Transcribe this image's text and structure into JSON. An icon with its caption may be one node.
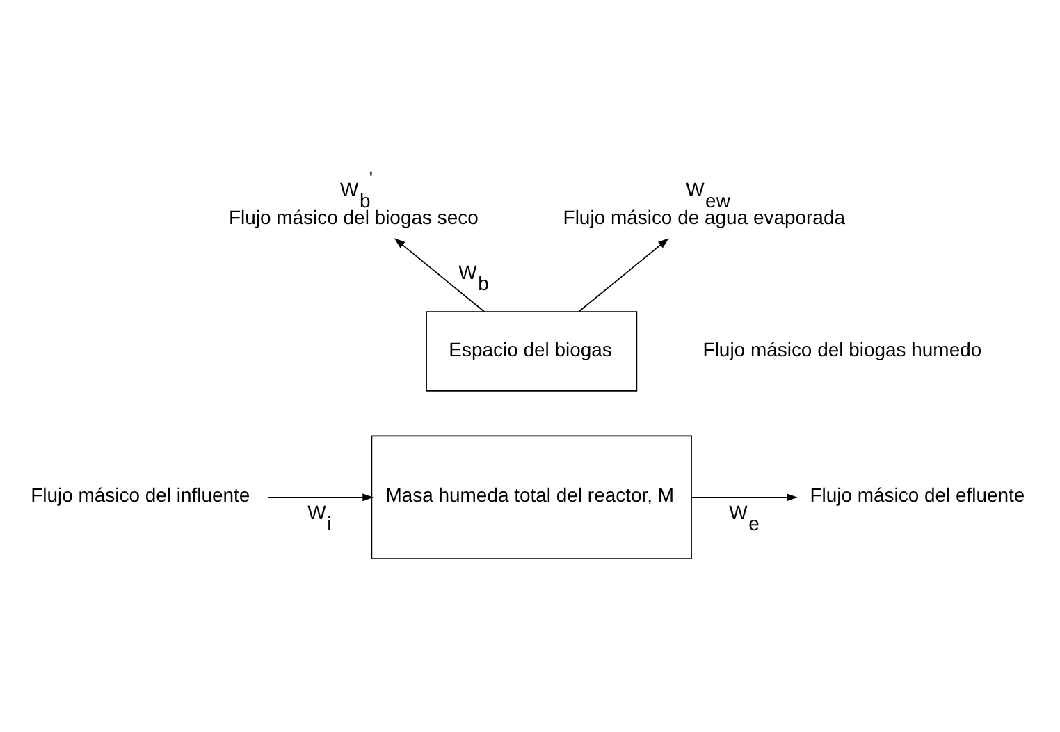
{
  "diagram": {
    "nodes": [
      {
        "text": [
          "Espacio del biogas"
        ]
      },
      {
        "text": [
          "Masa humeda total del reactor, M"
        ]
      },
      {
        "text": [
          "Flujo másico del influente"
        ]
      },
      {
        "text": [
          "Flujo másico del efluente"
        ]
      },
      {
        "text": [
          "W$_{b}$$^{'}$",
          "Flujo másico del biogas seco"
        ]
      },
      {
        "text": [
          "W$_{ew}$",
          "Flujo másico de agua evaporada"
        ]
      }
    ],
    "edges": [
      {
        "from": 2,
        "to": 1,
        "arrow": "to",
        "label": "W$_{i}$"
      },
      {
        "from": 1,
        "to": 3,
        "arrow": "to",
        "label": "W$_{e}$"
      },
      {
        "from": 0,
        "to": 4,
        "arrow": "to",
        "label": "W$_{b}$"
      },
      {
        "from": 0,
        "to": 5,
        "arrow": "to"
      }
    ],
    "labels": [
      "Flujo másico del biogas humedo"
    ]
  }
}
